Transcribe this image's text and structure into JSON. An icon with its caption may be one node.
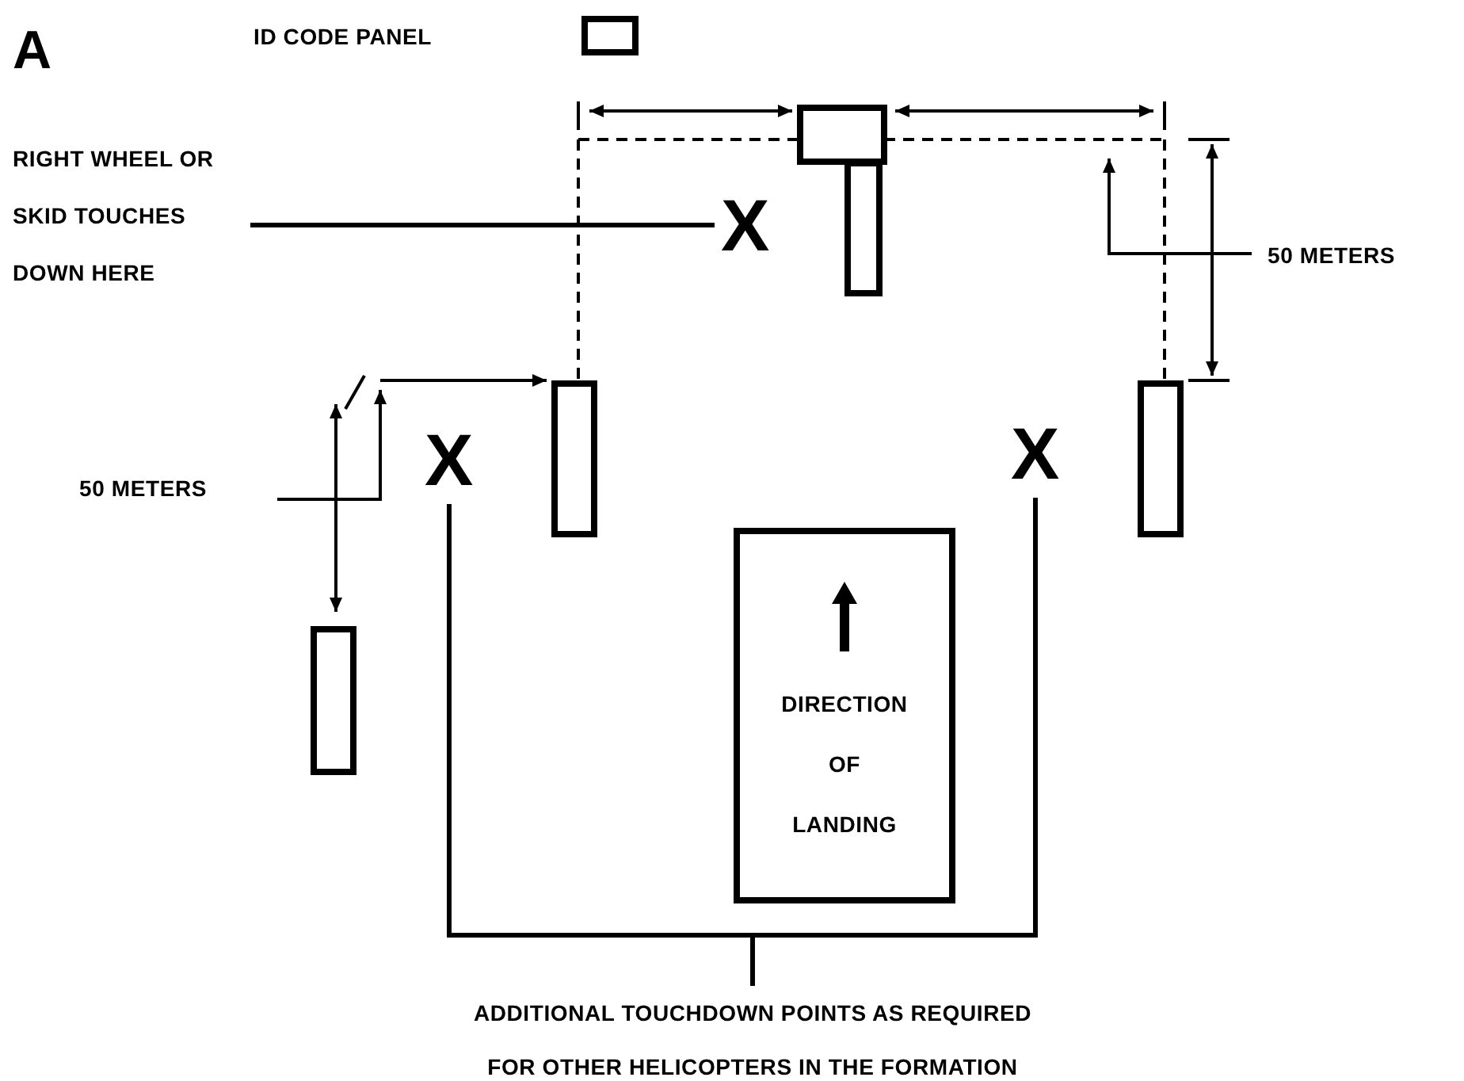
{
  "diagram": {
    "nodes": [
      {
        "text": [
          "RIGHT WHEEL OR SKID TOUCHES DOWN HERE"
        ]
      },
      {
        "text": [
          "X"
        ]
      },
      {
        "text": [
          "X"
        ]
      },
      {
        "text": [
          "X"
        ]
      },
      {
        "text": [
          "DIRECTION OF LANDING"
        ]
      },
      {
        "text": [
          "ADDITIONAL TOUCHDOWN POINTS AS REQUIRED FOR OTHER HELICOPTERS IN THE FORMATION"
        ]
      }
    ],
    "edges": [
      {
        "from": 0,
        "to": 1,
        "arrow": "none"
      },
      {
        "from": 5,
        "to": 2,
        "arrow": "none"
      },
      {
        "from": 5,
        "to": 3,
        "arrow": "none"
      }
    ],
    "labels": [
      "A",
      "ID CODE PANEL",
      "50 METERS",
      "50 METERS"
    ]
  }
}
